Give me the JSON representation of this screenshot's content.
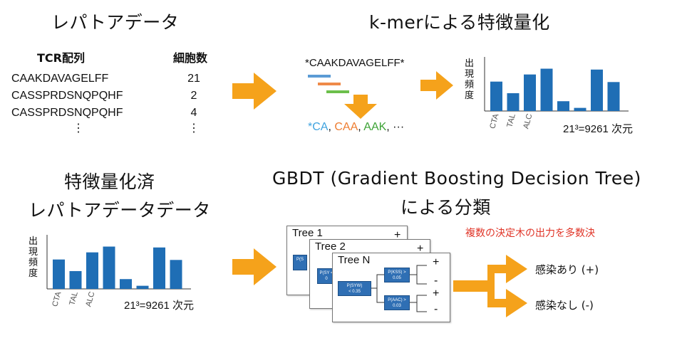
{
  "sections": {
    "repertoire_title": "レパトアデータ",
    "kmer_title": "k-merによる特徴量化",
    "featured_title_line1": "特徴量化済",
    "featured_title_line2": "レパトアデータデータ",
    "gbdt_title_line1": "GBDT (Gradient Boosting Decision Tree)",
    "gbdt_title_line2": "による分類"
  },
  "repertoire_table": {
    "headers": [
      "TCR配列",
      "細胞数"
    ],
    "rows": [
      {
        "seq": "CAAKDAVAGELFF",
        "count": "21"
      },
      {
        "seq": "CASSPRDSNQPQHF",
        "count": "2"
      },
      {
        "seq": "CASSPRDSNQPQHF",
        "count": "4"
      }
    ],
    "ellipsis": "⋮"
  },
  "kmer": {
    "sequence": "*CAAKDAVAGELFF*",
    "tokens": [
      {
        "text": "*CA",
        "color": "#3fa3df"
      },
      {
        "text": "CAA",
        "color": "#ee7d31"
      },
      {
        "text": "AAK",
        "color": "#3da336"
      }
    ],
    "separator": ", ",
    "trailing": ", ···",
    "bar_colors": [
      "#5b9bd5",
      "#ef8a49",
      "#6cbf4b"
    ]
  },
  "chart_data": [
    {
      "type": "bar",
      "ylabel": "出現頻度",
      "categories": [
        "CTA",
        "TAL",
        "ALC",
        "",
        "",
        "",
        "",
        ""
      ],
      "values": [
        0.66,
        0.4,
        0.82,
        0.95,
        0.22,
        0.07,
        0.93,
        0.65
      ],
      "ylim": [
        0,
        1.15
      ],
      "dimension_label": "21³=9261 次元",
      "color": "#1f6eb5"
    },
    {
      "type": "bar",
      "ylabel": "出現頻度",
      "categories": [
        "CTA",
        "TAL",
        "ALC",
        "",
        "",
        "",
        "",
        ""
      ],
      "values": [
        0.66,
        0.4,
        0.82,
        0.95,
        0.22,
        0.07,
        0.93,
        0.65
      ],
      "ylim": [
        0,
        1.15
      ],
      "dimension_label": "21³=9261 次元",
      "color": "#1f6eb5"
    }
  ],
  "trees": [
    {
      "title": "Tree 1",
      "sign": "+"
    },
    {
      "title": "Tree 2",
      "sign": "+"
    },
    {
      "title": "Tree N"
    }
  ],
  "tree_nodes": {
    "root": "P(SYW)\n< 0.35",
    "upper": "P(KSS) >\n0.05",
    "lower": "P(AAC) >\n0.03",
    "hidden1": "P(S",
    "hidden2": "P(SY\n< 0"
  },
  "leaf_signs": [
    "+",
    "-",
    "+",
    "-"
  ],
  "majority_note": "複数の決定木の出力を多数決",
  "results": {
    "positive": "感染あり (+)",
    "negative": "感染なし (-)"
  },
  "colors": {
    "arrow": "#f5a21b",
    "bar": "#1f6eb5",
    "node": "#2f6fb4"
  }
}
